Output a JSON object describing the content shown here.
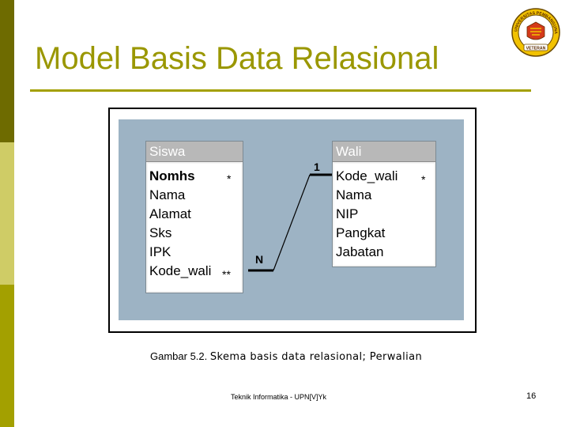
{
  "slide": {
    "title": "Model Basis Data Relasional",
    "footer": "Teknik Informatika - UPN[V]Yk",
    "page_number": "16"
  },
  "logo": {
    "ring_text": "UNIVERSITAS PEMBANGUNAN NASIONAL",
    "banner_text": "VETERAN"
  },
  "diagram": {
    "tables": [
      {
        "name": "Siswa",
        "fields": [
          "Nomhs",
          "Nama",
          "Alamat",
          "Sks",
          "IPK",
          "Kode_wali"
        ],
        "primary_key": "Nomhs"
      },
      {
        "name": "Wali",
        "fields": [
          "Kode_wali",
          "Nama",
          "NIP",
          "Pangkat",
          "Jabatan"
        ]
      }
    ],
    "markers": {
      "siswa_pk": "*",
      "siswa_fk": "**",
      "wali_pk": "*"
    },
    "relationship": {
      "from": "Wali.Kode_wali",
      "to": "Siswa.Kode_wali",
      "one_label": "1",
      "many_label": "N"
    },
    "colors": {
      "canvas": "#9db3c4",
      "title_bar": "#b8b8b8"
    }
  },
  "caption": {
    "label": "Gambar 5.2.",
    "text": "Skema basis data relasional;  Perwalian"
  },
  "theme": {
    "title_color": "#9a9700",
    "sidebar_colors": [
      "#6e6b00",
      "#cfcc66",
      "#a3a000"
    ]
  }
}
